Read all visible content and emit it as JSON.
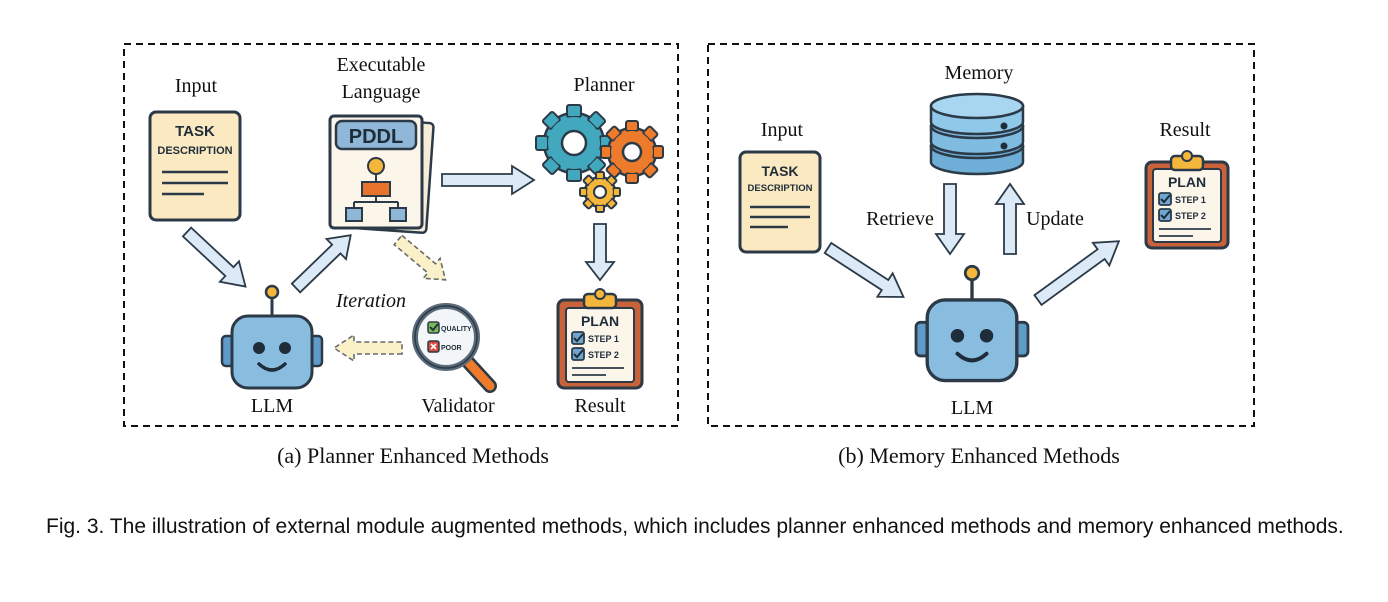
{
  "panel_a": {
    "caption": "(a) Planner Enhanced Methods",
    "input_label": "Input",
    "input_card": {
      "title_line1": "TASK",
      "title_line2": "DESCRIPTION"
    },
    "exec_label_line1": "Executable",
    "exec_label_line2": "Language",
    "pddl_text": "PDDL",
    "planner_label": "Planner",
    "result_label": "Result",
    "plan_card": {
      "title": "PLAN",
      "step1": "STEP 1",
      "step2": "STEP 2"
    },
    "iteration_label": "Iteration",
    "validator_label": "Validator",
    "validator_badges": {
      "quality": "QUALITY",
      "poor": "POOR"
    },
    "llm_label": "LLM"
  },
  "panel_b": {
    "caption": "(b) Memory Enhanced Methods",
    "input_label": "Input",
    "input_card": {
      "title_line1": "TASK",
      "title_line2": "DESCRIPTION"
    },
    "memory_label": "Memory",
    "retrieve_label": "Retrieve",
    "update_label": "Update",
    "result_label": "Result",
    "plan_card": {
      "title": "PLAN",
      "step1": "STEP 1",
      "step2": "STEP 2"
    },
    "llm_label": "LLM"
  },
  "figure_caption": "Fig. 3.  The illustration of external module augmented methods, which includes planner enhanced methods and memory enhanced methods.",
  "colors": {
    "arrow_fill": "#dce9f7",
    "dashed_arrow_fill": "#fbf1c8",
    "robot_blue": "#89bde0",
    "card_paper": "#fbe9c2",
    "outline": "#2c3a48"
  }
}
